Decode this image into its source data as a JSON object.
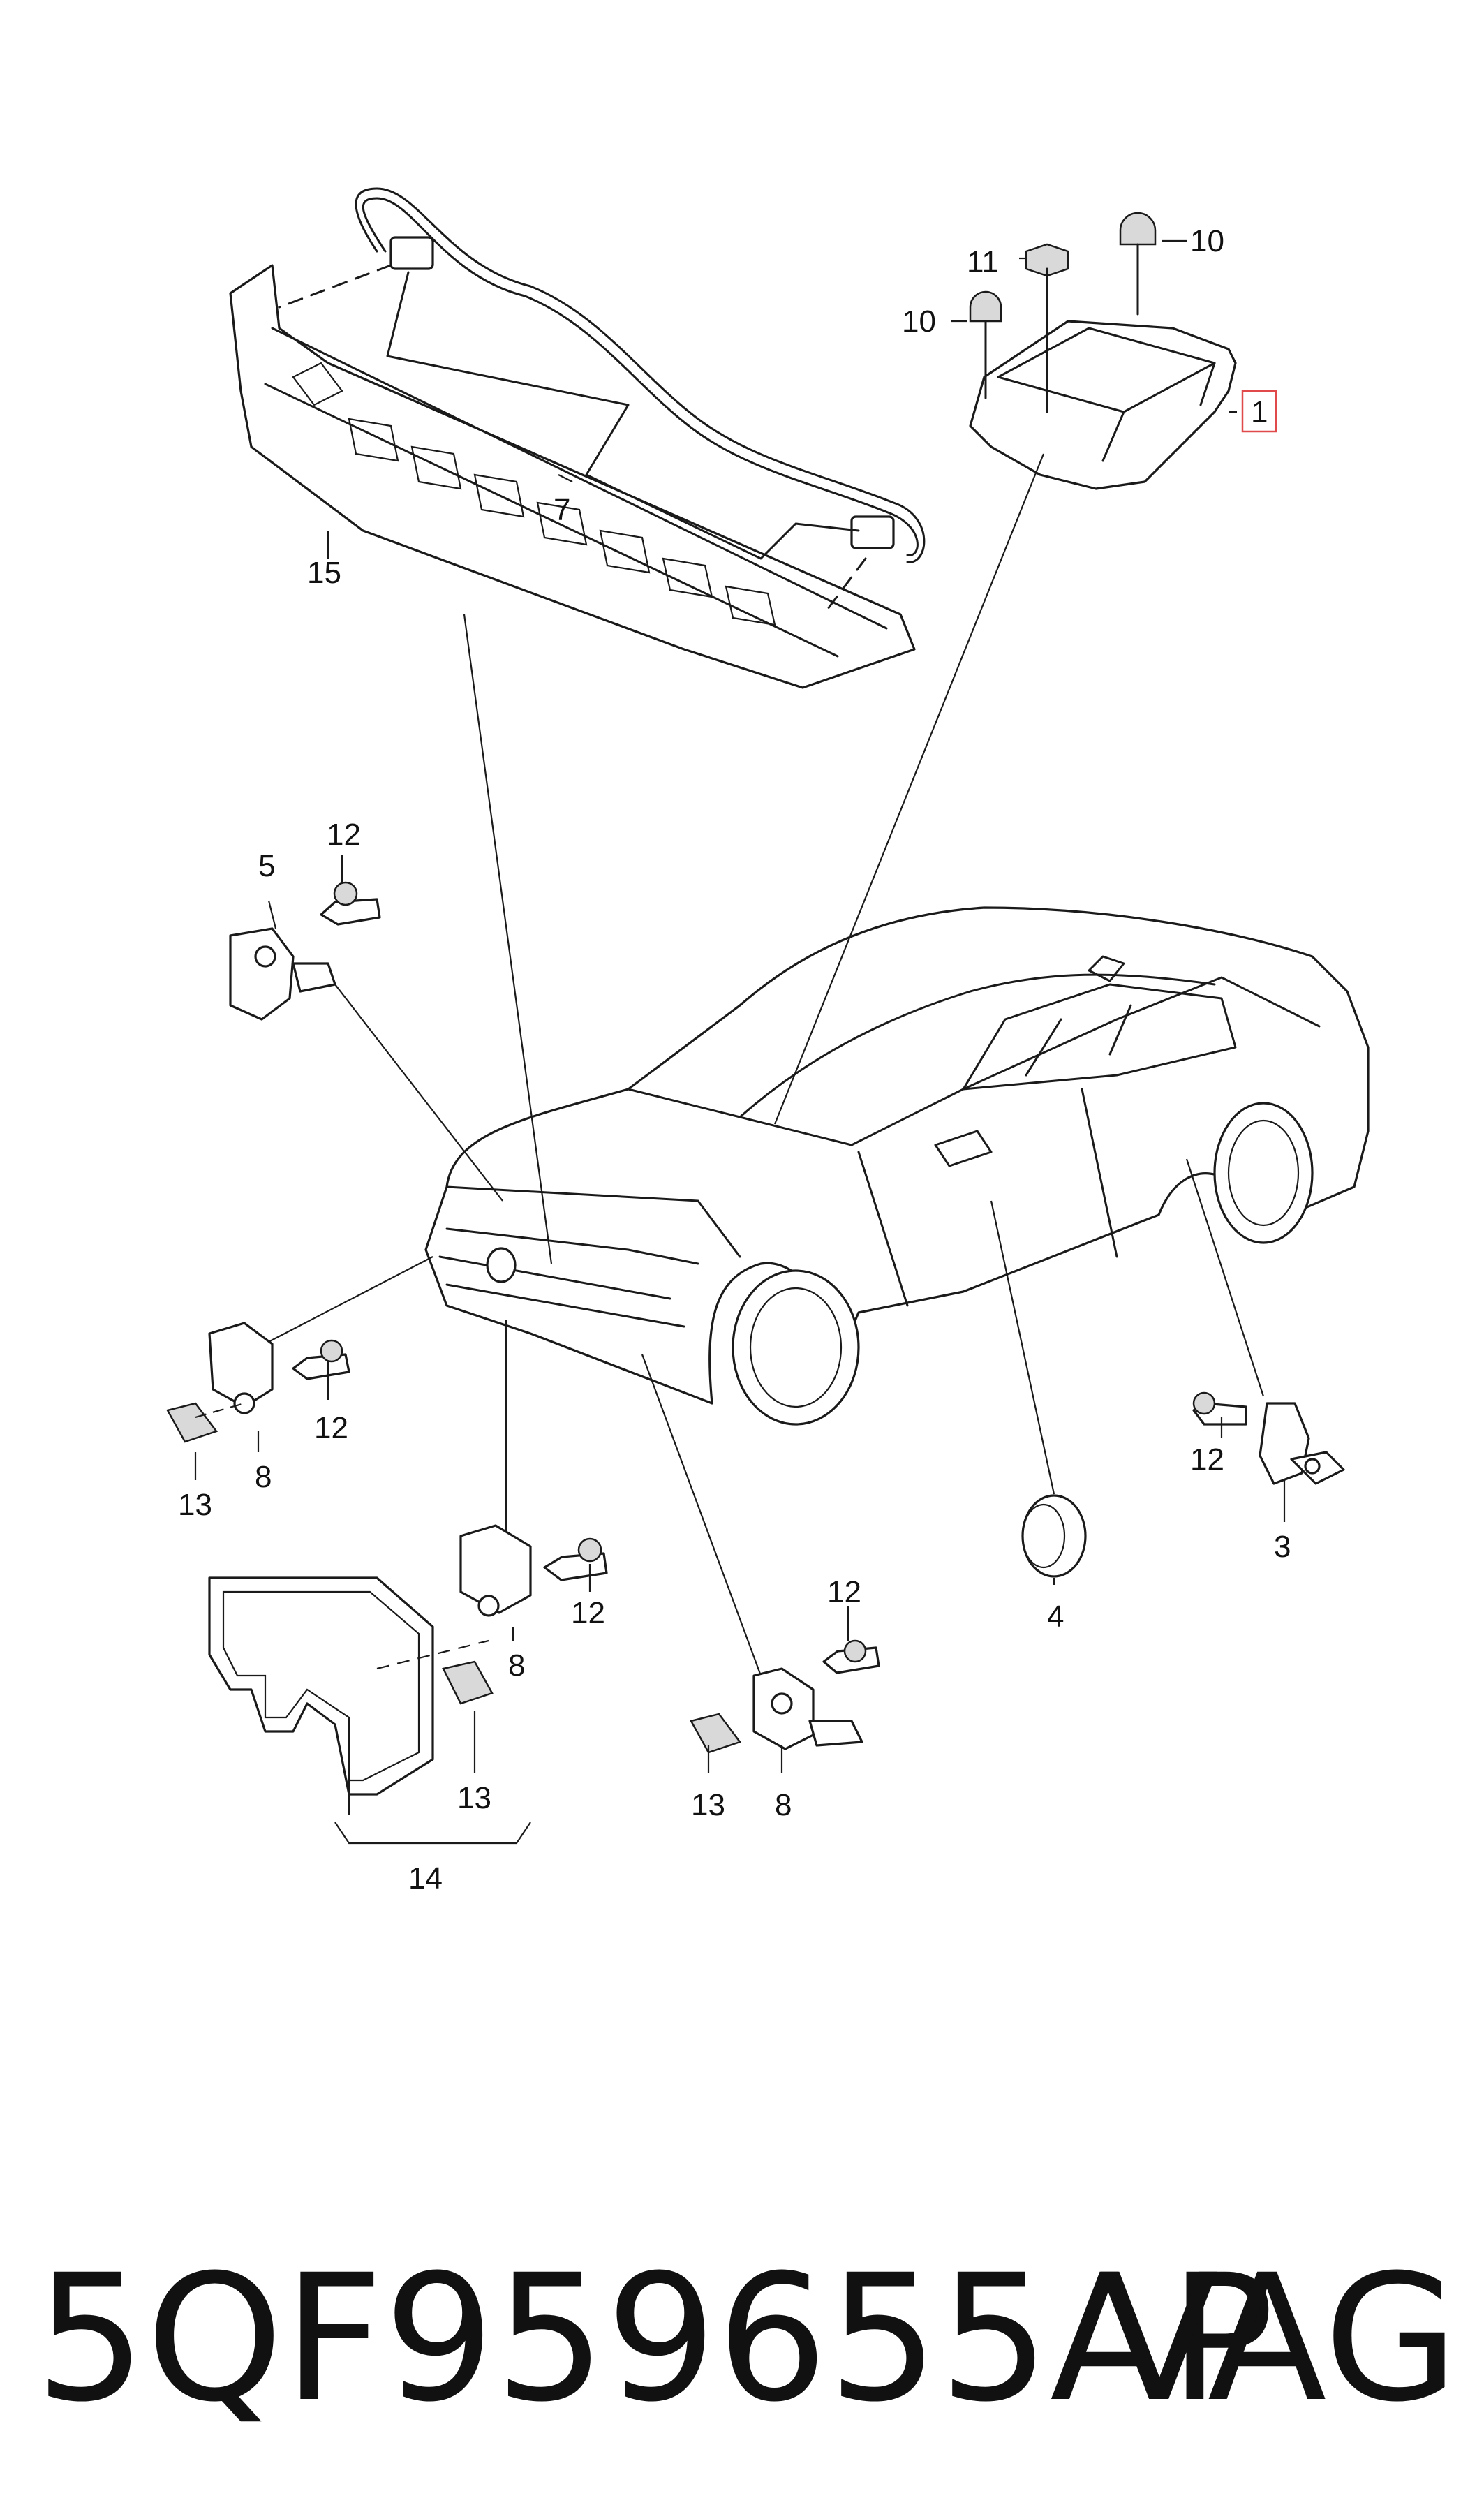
{
  "callouts": {
    "c1": "1",
    "c3": "3",
    "c4": "4",
    "c5": "5",
    "c7": "7",
    "c8a": "8",
    "c8b": "8",
    "c8c": "8",
    "c10a": "10",
    "c10b": "10",
    "c11": "11",
    "c12a": "12",
    "c12b": "12",
    "c12c": "12",
    "c12d": "12",
    "c12e": "12",
    "c13a": "13",
    "c13b": "13",
    "c13c": "13",
    "c14": "14",
    "c15": "15"
  },
  "footer": {
    "part_number": "5QF959655AP",
    "brand": "VAG"
  },
  "colors": {
    "line": "#1a1a1a",
    "highlight_box": "#e04a4a"
  }
}
